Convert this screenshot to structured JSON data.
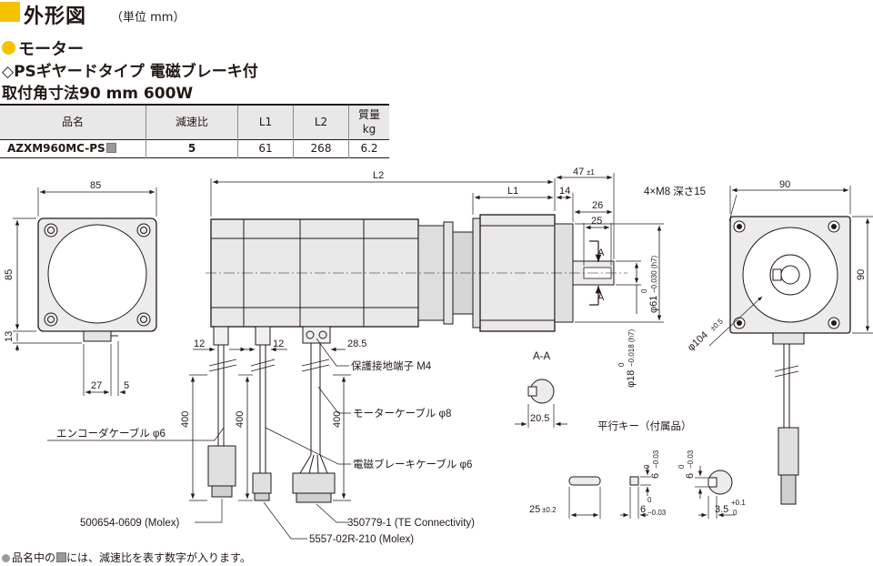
{
  "header": {
    "title": "外形図",
    "unit": "（単位 mm）",
    "section": "モーター",
    "subtype": "◇PSギヤードタイプ 電磁ブレーキ付",
    "mount_size": "取付角寸法90 mm 600W"
  },
  "spec_table": {
    "headers": [
      "品名",
      "減速比",
      "L1",
      "L2",
      "質量",
      "kg"
    ],
    "row": {
      "model": "AZXM960MC-PS",
      "ratio": "5",
      "l1": "61",
      "l2": "268",
      "mass": "6.2"
    }
  },
  "dimensions": {
    "left_width": "85",
    "left_height": "85",
    "left_offset": "13",
    "left_conn": "27",
    "left_conn2": "5",
    "l2": "L2",
    "l1": "L1",
    "d47": "47",
    "d47_tol": "±1",
    "d14": "14",
    "d26": "26",
    "d25": "25",
    "section_a": "A",
    "shaft_phi61": "φ61",
    "shaft_phi61_tol_upper": "0",
    "shaft_phi61_tol_lower": "−0.030 (h7)",
    "shaft_phi18": "φ18",
    "shaft_phi18_tol_upper": "0",
    "shaft_phi18_tol_lower": "−0.018 (h7)",
    "d12a": "12",
    "d12b": "12",
    "d28_5": "28.5",
    "cable400a": "400",
    "cable400b": "400",
    "cable400c": "400",
    "right_holes": "4×M8 深さ15",
    "right_width": "90",
    "right_height": "90",
    "pcd": "φ104",
    "pcd_tol": "±0.5",
    "aa_title": "A-A",
    "aa_dim": "20.5",
    "key_title": "平行キー（付属品）",
    "key_len": "25",
    "key_len_tol": "±0.2",
    "key_w1": "6",
    "key_w1_tol_upper": "0",
    "key_w1_tol_lower": "−0.03",
    "key_w2": "6",
    "key_w2_tol_upper": "0",
    "key_w2_tol_lower": "−0.03",
    "key_h": "6",
    "key_h_tol_upper": "0",
    "key_h_tol_lower": "−0.03",
    "key_depth": "3.5",
    "key_depth_tol_upper": "+0.1",
    "key_depth_tol_lower": "0"
  },
  "callouts": {
    "ground": "保護接地端子 M4",
    "motor_cable": "モーターケーブル φ8",
    "encoder_cable": "エンコーダケーブル φ6",
    "brake_cable": "電磁ブレーキケーブル φ6",
    "conn_molex1": "500654-0609 (Molex)",
    "conn_te": "350779-1 (TE Connectivity)",
    "conn_molex2": "5557-02R-210 (Molex)"
  },
  "footnote": "品名中の",
  "footnote_tail": "には、減速比を表す数字が入ります。",
  "colors": {
    "accent": "#f3c300",
    "line": "#231815",
    "gray": "#9a9a9a"
  }
}
